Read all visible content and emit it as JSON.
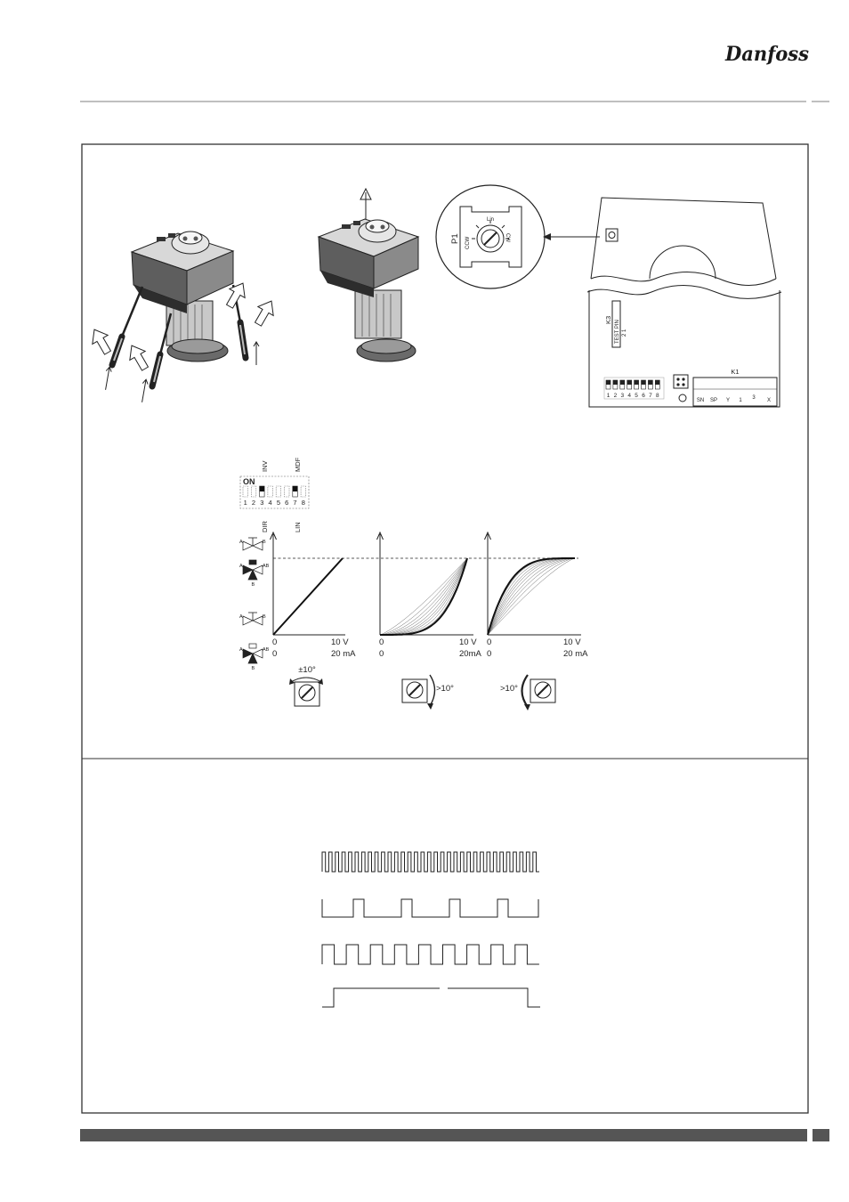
{
  "header": {
    "logo": "Danfoss"
  },
  "potentiometer_detail": {
    "label": "P1",
    "ccw": "CCW",
    "lin": "Lin",
    "cw": "CW"
  },
  "board": {
    "k3": "K3",
    "test_pin": "TEST PIN",
    "k3_pins": "2 1",
    "dip_numbers": [
      "1",
      "2",
      "3",
      "4",
      "5",
      "6",
      "7",
      "8"
    ],
    "k1": "K1",
    "terminals": [
      "SN",
      "SP",
      "Y",
      "1",
      "3",
      "X"
    ]
  },
  "dip_switch": {
    "on": "ON",
    "numbers": [
      "1",
      "2",
      "3",
      "4",
      "5",
      "6",
      "7",
      "8"
    ],
    "inv": "INV",
    "mdf": "MDF",
    "dir": "DIR",
    "lin": "LIN"
  },
  "valve_symbols": [
    {
      "left": "A",
      "right": "B"
    },
    {
      "left": "A",
      "right": "AB",
      "bottom": "B"
    },
    {
      "left": "A",
      "right": "B"
    },
    {
      "left": "A",
      "right": "AB",
      "bottom": "B"
    }
  ],
  "charts": [
    {
      "zero_v": "0",
      "max_v": "10 V",
      "zero_ma": "0",
      "max_ma": "20 mA"
    },
    {
      "zero_v": "0",
      "max_v": "10 V",
      "zero_ma": "0",
      "max_ma": "20mA"
    },
    {
      "zero_v": "0",
      "max_v": "10 V",
      "zero_ma": "0",
      "max_ma": "20 mA"
    }
  ],
  "adjustments": [
    "±10°",
    ">10°",
    ">10°"
  ]
}
